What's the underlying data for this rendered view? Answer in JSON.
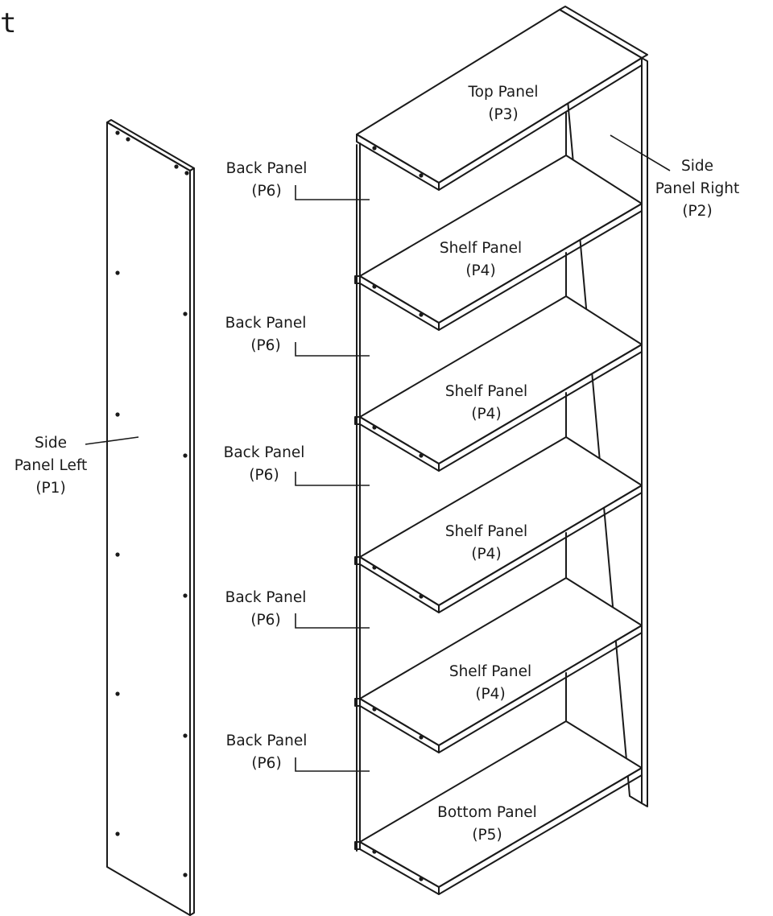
{
  "corner_glyph": "t",
  "labels": {
    "top_panel": [
      "Top Panel",
      "(P3)"
    ],
    "side_right": [
      "Side",
      "Panel Right",
      "(P2)"
    ],
    "side_left": [
      "Side",
      "Panel Left",
      "(P1)"
    ],
    "shelf": [
      "Shelf Panel",
      "(P4)"
    ],
    "bottom": [
      "Bottom Panel",
      "(P5)"
    ],
    "back": [
      "Back Panel",
      "(P6)"
    ]
  },
  "colors": {
    "line": "#1a1a1a",
    "background": "#ffffff"
  }
}
